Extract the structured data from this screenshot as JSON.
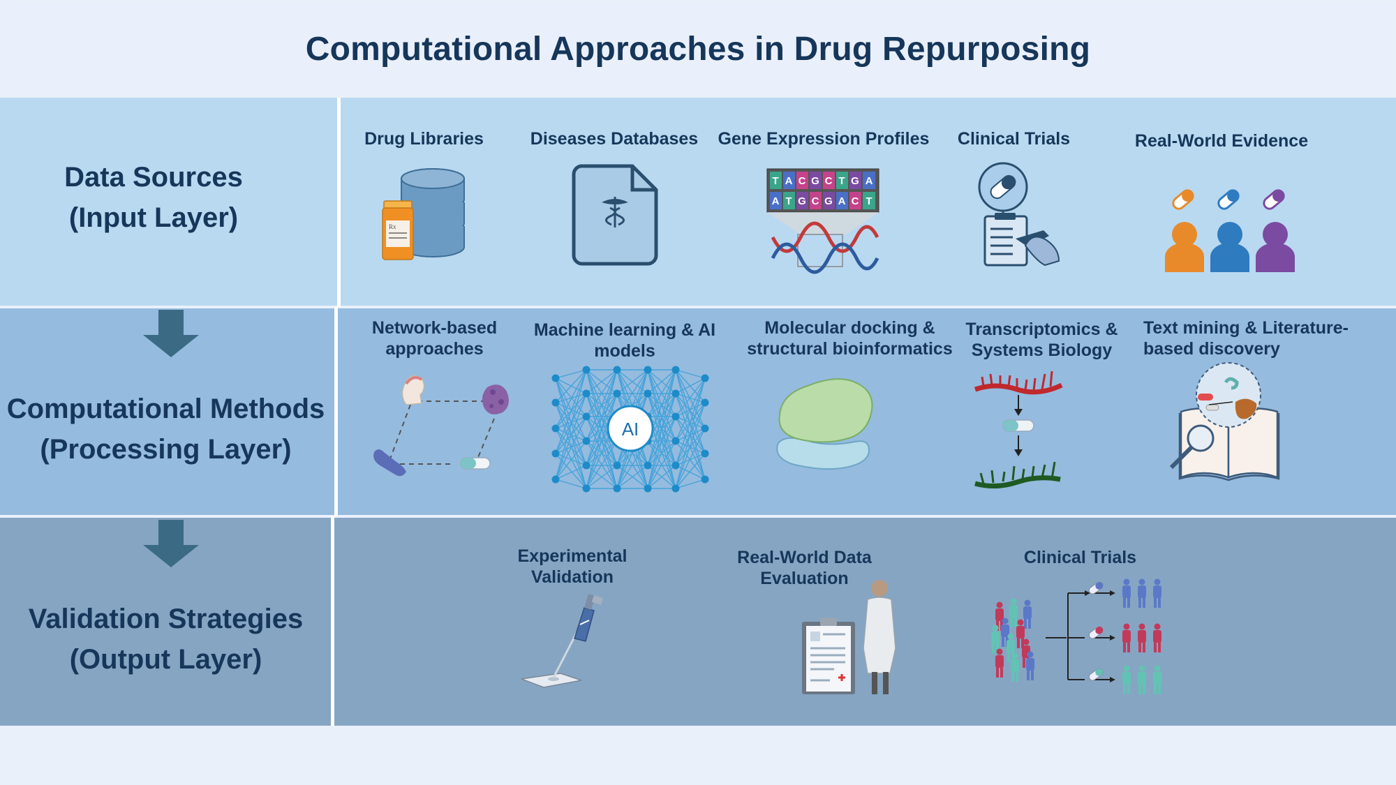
{
  "title": "Computational Approaches in Drug Repurposing",
  "layers": [
    {
      "label_line1": "Data Sources",
      "label_line2": "(Input Layer)",
      "items": [
        {
          "label": "Drug Libraries",
          "icon": "database-pill-bottle-icon"
        },
        {
          "label": "Diseases Databases",
          "icon": "medical-document-icon"
        },
        {
          "label": "Gene Expression Profiles",
          "icon": "dna-sequence-icon"
        },
        {
          "label": "Clinical Trials",
          "icon": "clipboard-pill-icon"
        },
        {
          "label": "Real-World Evidence",
          "icon": "patients-pills-icon"
        }
      ]
    },
    {
      "label_line1": "Computational Methods",
      "label_line2": "(Processing Layer)",
      "items": [
        {
          "label_line1": "Network-based",
          "label_line2": "approaches",
          "icon": "network-graph-icon"
        },
        {
          "label_line1": "Machine learning & AI",
          "label_line2": "models",
          "icon": "neural-network-icon",
          "badge": "AI"
        },
        {
          "label_line1": "Molecular docking &",
          "label_line2": "structural bioinformatics",
          "icon": "protein-docking-icon"
        },
        {
          "label_line1": "Transcriptomics &",
          "label_line2": "Systems Biology",
          "icon": "rna-transcription-icon"
        },
        {
          "label_line1": "Text mining & Literature-",
          "label_line2": "based discovery",
          "icon": "book-magnifier-icon"
        }
      ]
    },
    {
      "label_line1": "Validation Strategies",
      "label_line2": "(Output Layer)",
      "items": [
        {
          "label_line1": "Experimental",
          "label_line2": "Validation",
          "icon": "pipette-icon"
        },
        {
          "label_line1": "Real-World Data",
          "label_line2": "Evaluation",
          "icon": "doctor-clipboard-icon"
        },
        {
          "label": "Clinical Trials",
          "icon": "trial-groups-icon"
        }
      ]
    }
  ],
  "colors": {
    "row1": "#b9d9f1",
    "row2": "#95bbdf",
    "row3": "#86a5c3",
    "title_text": "#16365a",
    "arrow": "#3b6a85",
    "db_blue": "#5c8cb4",
    "pill_orange": "#e88a2a",
    "person_blue": "#2e7bbf",
    "person_purple": "#7b4aa1",
    "net_blue": "#2f9fd6"
  }
}
